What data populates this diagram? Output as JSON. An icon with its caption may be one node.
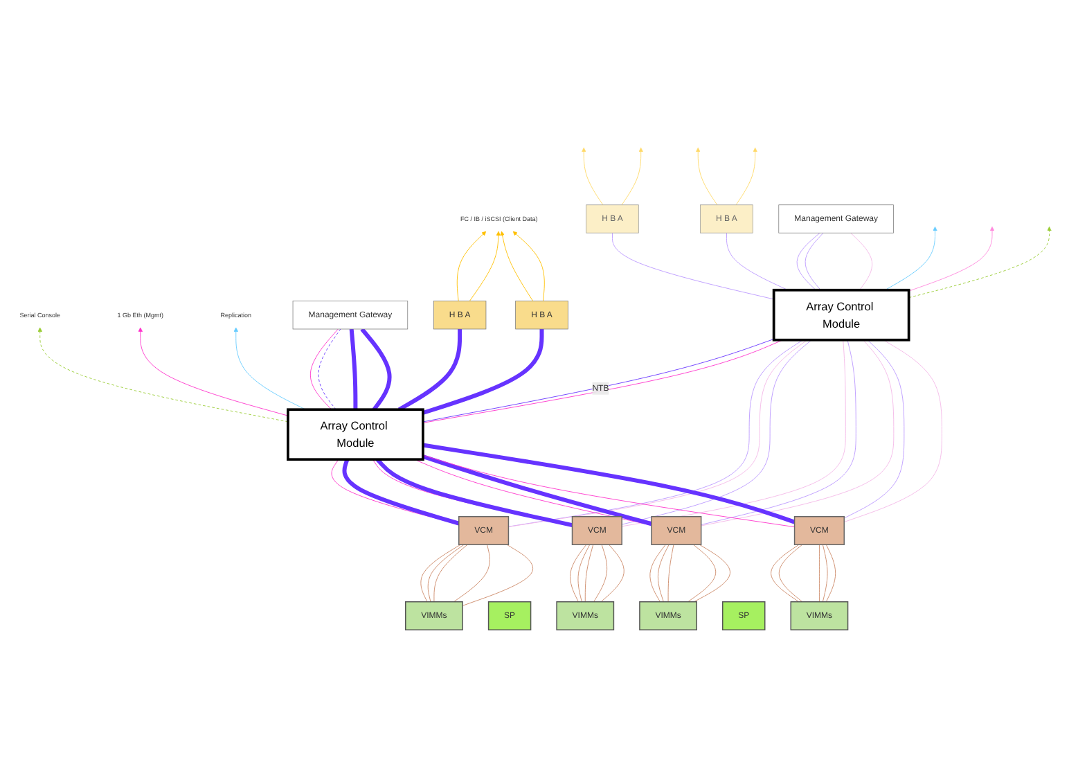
{
  "diagram": {
    "nodes": [
      {
        "text": [
          "Serial Console"
        ]
      },
      {
        "text": [
          "1 Gb Eth (Mgmt)"
        ]
      },
      {
        "text": [
          "FC / IB / iSCSI (Client Data)"
        ]
      },
      {
        "text": [
          "Replication"
        ]
      },
      {
        "text": [
          "Management Gateway"
        ]
      },
      {
        "text": [
          "H B A"
        ]
      },
      {
        "text": [
          "H B A"
        ]
      },
      {
        "text": [
          "H B A"
        ]
      },
      {
        "text": [
          "H B A"
        ]
      },
      {
        "text": [
          "Management Gateway"
        ]
      },
      {
        "text": [
          "Array Control Module"
        ]
      },
      {
        "text": [
          "Array Control Module"
        ]
      },
      {
        "text": [
          "VCM"
        ]
      },
      {
        "text": [
          "VCM"
        ]
      },
      {
        "text": [
          "VCM"
        ]
      },
      {
        "text": [
          "VCM"
        ]
      },
      {
        "text": [
          "VIMMs"
        ]
      },
      {
        "text": [
          "SP"
        ]
      },
      {
        "text": [
          "VIMMs"
        ]
      },
      {
        "text": [
          "VIMMs"
        ]
      },
      {
        "text": [
          "SP"
        ]
      },
      {
        "text": [
          "VIMMs"
        ]
      }
    ],
    "edges": [
      {
        "from": 10,
        "to": 0,
        "arrow": "to",
        "style": "dashed",
        "color": "#99cc33"
      },
      {
        "from": 10,
        "to": 1,
        "arrow": "to",
        "color": "#ff33cc"
      },
      {
        "from": 5,
        "to": 2,
        "arrow": "to",
        "color": "#ffc000"
      },
      {
        "from": 5,
        "to": 2,
        "arrow": "to",
        "color": "#ffc000"
      },
      {
        "from": 6,
        "to": 2,
        "arrow": "to",
        "color": "#ffc000"
      },
      {
        "from": 6,
        "to": 2,
        "arrow": "to",
        "color": "#ffc000"
      },
      {
        "from": 10,
        "to": 3,
        "arrow": "to",
        "color": "#66ccff"
      },
      {
        "from": 10,
        "to": 4,
        "arrow": "none",
        "color": "#ff33cc"
      },
      {
        "from": 10,
        "to": 4,
        "arrow": "none",
        "style": "dashed",
        "color": "#6633ff"
      },
      {
        "from": 10,
        "to": 4,
        "arrow": "none",
        "style": "thick",
        "color": "#6633ff"
      },
      {
        "from": 10,
        "to": 4,
        "arrow": "none",
        "style": "thick",
        "color": "#6633ff"
      },
      {
        "from": 10,
        "to": 5,
        "arrow": "none",
        "style": "thick",
        "color": "#6633ff"
      },
      {
        "from": 10,
        "to": 6,
        "arrow": "none",
        "style": "thick",
        "color": "#6633ff"
      },
      {
        "from": 11,
        "to": null,
        "arrow": "to",
        "color": "#66ccff"
      },
      {
        "from": 7,
        "to": null,
        "arrow": "to",
        "color": "#ffd966"
      },
      {
        "from": 7,
        "to": null,
        "arrow": "to",
        "color": "#ffd966"
      },
      {
        "from": 8,
        "to": null,
        "arrow": "to",
        "color": "#ffd966"
      },
      {
        "from": 8,
        "to": null,
        "arrow": "to",
        "color": "#ffd966"
      },
      {
        "from": 11,
        "to": null,
        "arrow": "to",
        "color": "#ff88dd"
      },
      {
        "from": 11,
        "to": null,
        "arrow": "to",
        "style": "dashed",
        "color": "#99cc33"
      },
      {
        "from": 11,
        "to": 7,
        "arrow": "none",
        "color": "#bb99ff"
      },
      {
        "from": 11,
        "to": 8,
        "arrow": "none",
        "color": "#bb99ff"
      },
      {
        "from": 11,
        "to": 9,
        "arrow": "none",
        "color": "#bb99ff"
      },
      {
        "from": 11,
        "to": 9,
        "arrow": "none",
        "color": "#bb99ff"
      },
      {
        "from": 11,
        "to": 9,
        "arrow": "none",
        "color": "#f4b8e8"
      },
      {
        "from": 10,
        "to": 11,
        "arrow": "none",
        "label": "NTB",
        "color": "#6633ff"
      },
      {
        "from": 10,
        "to": 11,
        "arrow": "none",
        "color": "#ff33cc"
      },
      {
        "from": 12,
        "to": 10,
        "arrow": "none",
        "color": "#ff33cc"
      },
      {
        "from": 12,
        "to": 10,
        "arrow": "none",
        "style": "thick",
        "color": "#6633ff"
      },
      {
        "from": 12,
        "to": 11,
        "arrow": "none",
        "color": "#bb99ff"
      },
      {
        "from": 12,
        "to": 11,
        "arrow": "none",
        "color": "#f4b8e8"
      },
      {
        "from": 13,
        "to": 10,
        "arrow": "none",
        "color": "#ff33cc"
      },
      {
        "from": 13,
        "to": 10,
        "arrow": "none",
        "style": "thick",
        "color": "#6633ff"
      },
      {
        "from": 13,
        "to": 11,
        "arrow": "none",
        "color": "#bb99ff"
      },
      {
        "from": 13,
        "to": 11,
        "arrow": "none",
        "color": "#f4b8e8"
      },
      {
        "from": 14,
        "to": 10,
        "arrow": "none",
        "color": "#ff33cc"
      },
      {
        "from": 14,
        "to": 10,
        "arrow": "none",
        "style": "thick",
        "color": "#6633ff"
      },
      {
        "from": 14,
        "to": 11,
        "arrow": "none",
        "color": "#bb99ff"
      },
      {
        "from": 14,
        "to": 11,
        "arrow": "none",
        "color": "#f4b8e8"
      },
      {
        "from": 15,
        "to": 10,
        "arrow": "none",
        "color": "#ff33cc"
      },
      {
        "from": 15,
        "to": 10,
        "arrow": "none",
        "style": "thick",
        "color": "#6633ff"
      },
      {
        "from": 15,
        "to": 11,
        "arrow": "none",
        "color": "#bb99ff"
      },
      {
        "from": 15,
        "to": 11,
        "arrow": "none",
        "color": "#f4b8e8"
      },
      {
        "from": 16,
        "to": 12,
        "arrow": "none",
        "color": "#cc8866"
      },
      {
        "from": 16,
        "to": 12,
        "arrow": "none",
        "color": "#cc8866"
      },
      {
        "from": 16,
        "to": 12,
        "arrow": "none",
        "color": "#cc8866"
      },
      {
        "from": 16,
        "to": 12,
        "arrow": "none",
        "color": "#cc8866"
      },
      {
        "from": 16,
        "to": 12,
        "arrow": "none",
        "color": "#cc8866"
      },
      {
        "from": 18,
        "to": 13,
        "arrow": "none",
        "color": "#cc8866"
      },
      {
        "from": 18,
        "to": 13,
        "arrow": "none",
        "color": "#cc8866"
      },
      {
        "from": 18,
        "to": 13,
        "arrow": "none",
        "color": "#cc8866"
      },
      {
        "from": 18,
        "to": 13,
        "arrow": "none",
        "color": "#cc8866"
      },
      {
        "from": 18,
        "to": 13,
        "arrow": "none",
        "color": "#cc8866"
      },
      {
        "from": 19,
        "to": 14,
        "arrow": "none",
        "color": "#cc8866"
      },
      {
        "from": 19,
        "to": 14,
        "arrow": "none",
        "color": "#cc8866"
      },
      {
        "from": 19,
        "to": 14,
        "arrow": "none",
        "color": "#cc8866"
      },
      {
        "from": 19,
        "to": 14,
        "arrow": "none",
        "color": "#cc8866"
      },
      {
        "from": 19,
        "to": 14,
        "arrow": "none",
        "color": "#cc8866"
      },
      {
        "from": 21,
        "to": 15,
        "arrow": "none",
        "color": "#cc8866"
      },
      {
        "from": 21,
        "to": 15,
        "arrow": "none",
        "color": "#cc8866"
      },
      {
        "from": 21,
        "to": 15,
        "arrow": "none",
        "color": "#cc8866"
      },
      {
        "from": 21,
        "to": 15,
        "arrow": "none",
        "color": "#cc8866"
      },
      {
        "from": 21,
        "to": 15,
        "arrow": "none",
        "color": "#cc8866"
      }
    ]
  }
}
